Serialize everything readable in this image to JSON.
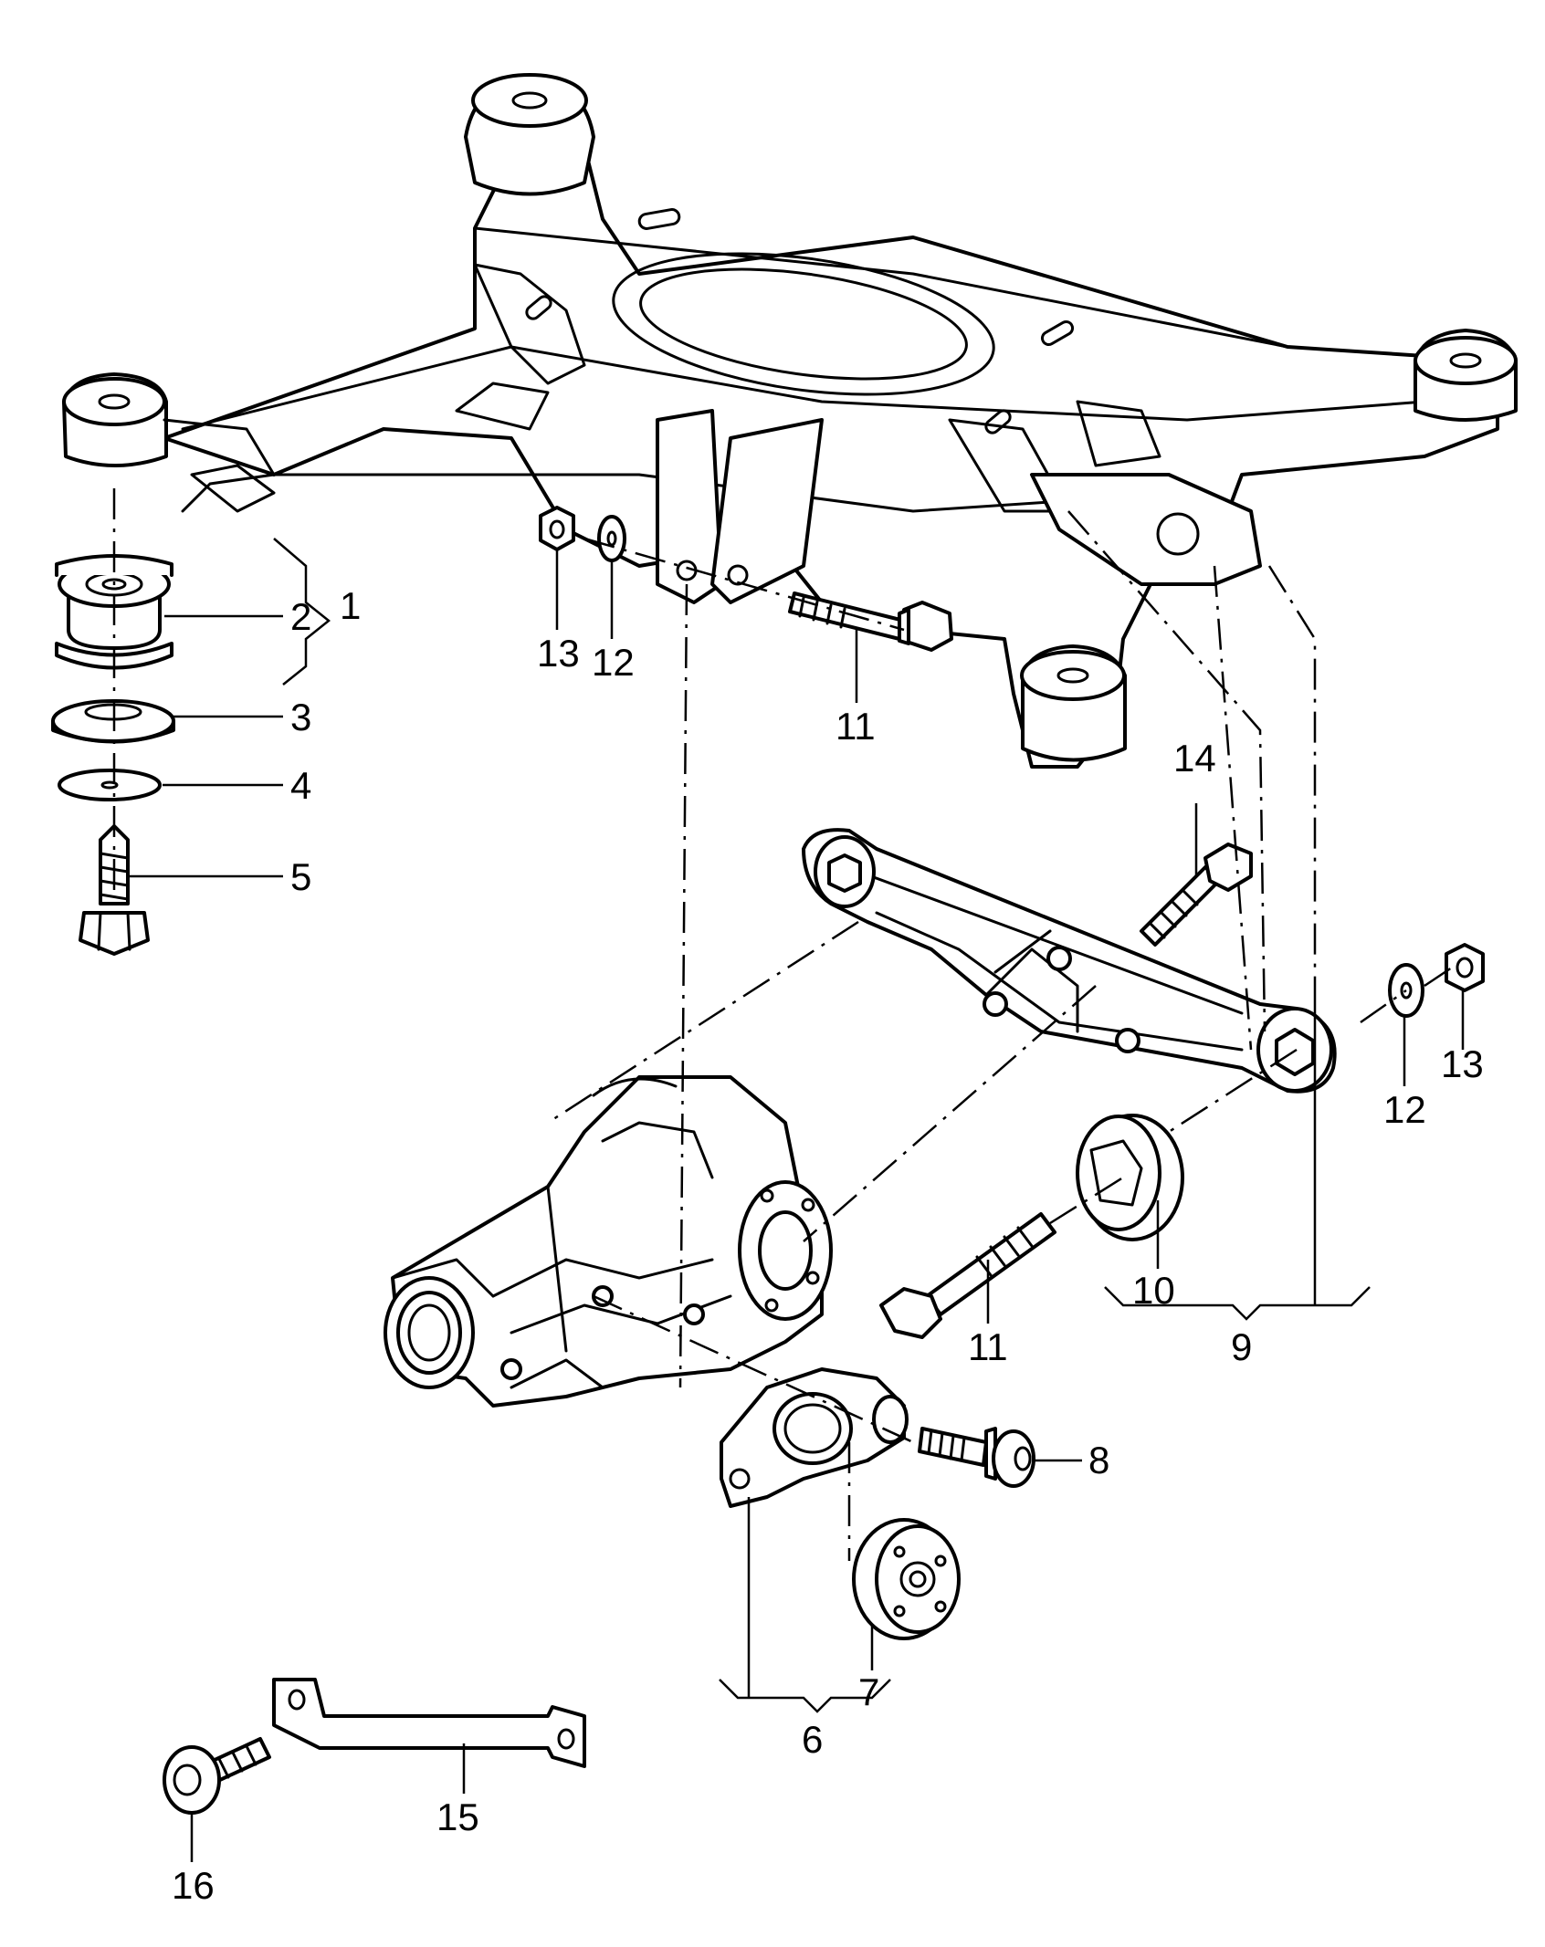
{
  "callouts": [
    {
      "key": "c1",
      "text": "1"
    },
    {
      "key": "c2",
      "text": "2"
    },
    {
      "key": "c3",
      "text": "3"
    },
    {
      "key": "c4",
      "text": "4"
    },
    {
      "key": "c5",
      "text": "5"
    },
    {
      "key": "c6",
      "text": "6"
    },
    {
      "key": "c7",
      "text": "7"
    },
    {
      "key": "c8",
      "text": "8"
    },
    {
      "key": "c9",
      "text": "9"
    },
    {
      "key": "c10",
      "text": "10"
    },
    {
      "key": "c11a",
      "text": "11"
    },
    {
      "key": "c11b",
      "text": "11"
    },
    {
      "key": "c12a",
      "text": "12"
    },
    {
      "key": "c12b",
      "text": "12"
    },
    {
      "key": "c13a",
      "text": "13"
    },
    {
      "key": "c13b",
      "text": "13"
    },
    {
      "key": "c14",
      "text": "14"
    },
    {
      "key": "c15",
      "text": "15"
    },
    {
      "key": "c16",
      "text": "16"
    }
  ]
}
